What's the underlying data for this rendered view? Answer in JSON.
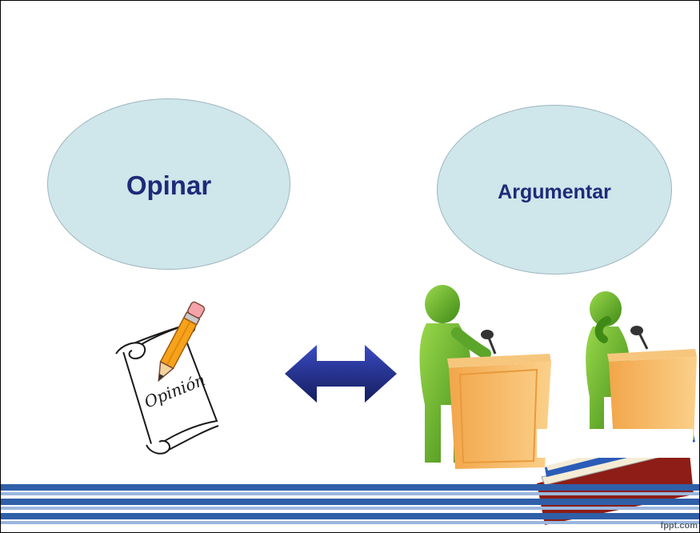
{
  "slide": {
    "left_bubble": {
      "label": "Opinar"
    },
    "right_bubble": {
      "label": "Argumentar"
    },
    "scroll": {
      "text": "Opinión",
      "icon": "opinion-scroll-with-pencil-icon"
    },
    "arrow": {
      "icon": "double-headed-arrow-icon",
      "color": "#1f2a78"
    },
    "speakers": {
      "icon": "two-green-speakers-at-podiums-icon"
    },
    "footer": {
      "watermark": "fppt.com"
    }
  },
  "colors": {
    "bubble_fill": "#cfe6ea",
    "bubble_text": "#1f2a78",
    "stripe_blue": "#2f5fa8",
    "stripe_light": "#9bb7de"
  }
}
